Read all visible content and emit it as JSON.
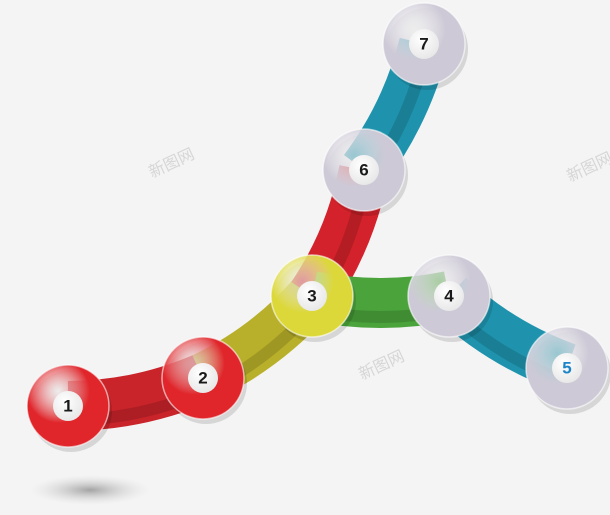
{
  "diagram": {
    "nodes": [
      {
        "id": "1",
        "label": "1",
        "color": "#e0262b",
        "text_color": "#1a1a1a"
      },
      {
        "id": "2",
        "label": "2",
        "color": "#e0262b",
        "text_color": "#1a1a1a"
      },
      {
        "id": "3",
        "label": "3",
        "color": "#dcd83a",
        "text_color": "#1a1a1a"
      },
      {
        "id": "4",
        "label": "4",
        "color": "#cdc9d6",
        "text_color": "#1a1a1a"
      },
      {
        "id": "5",
        "label": "5",
        "color": "#cdc9d6",
        "text_color": "#1e84c8"
      },
      {
        "id": "6",
        "label": "6",
        "color": "#cdc9d6",
        "text_color": "#1a1a1a"
      },
      {
        "id": "7",
        "label": "7",
        "color": "#cdc9d6",
        "text_color": "#1a1a1a"
      }
    ],
    "links": [
      {
        "from": "1",
        "to": "2",
        "color": "#c9242a"
      },
      {
        "from": "2",
        "to": "3",
        "color": "#b8b02a"
      },
      {
        "from": "3",
        "to": "6",
        "color": "#d3222b"
      },
      {
        "from": "6",
        "to": "7",
        "color": "#1f93ad"
      },
      {
        "from": "3",
        "to": "4",
        "color": "#4aa33b"
      },
      {
        "from": "4",
        "to": "5",
        "color": "#1f93ad"
      }
    ],
    "watermark": "新图网"
  }
}
